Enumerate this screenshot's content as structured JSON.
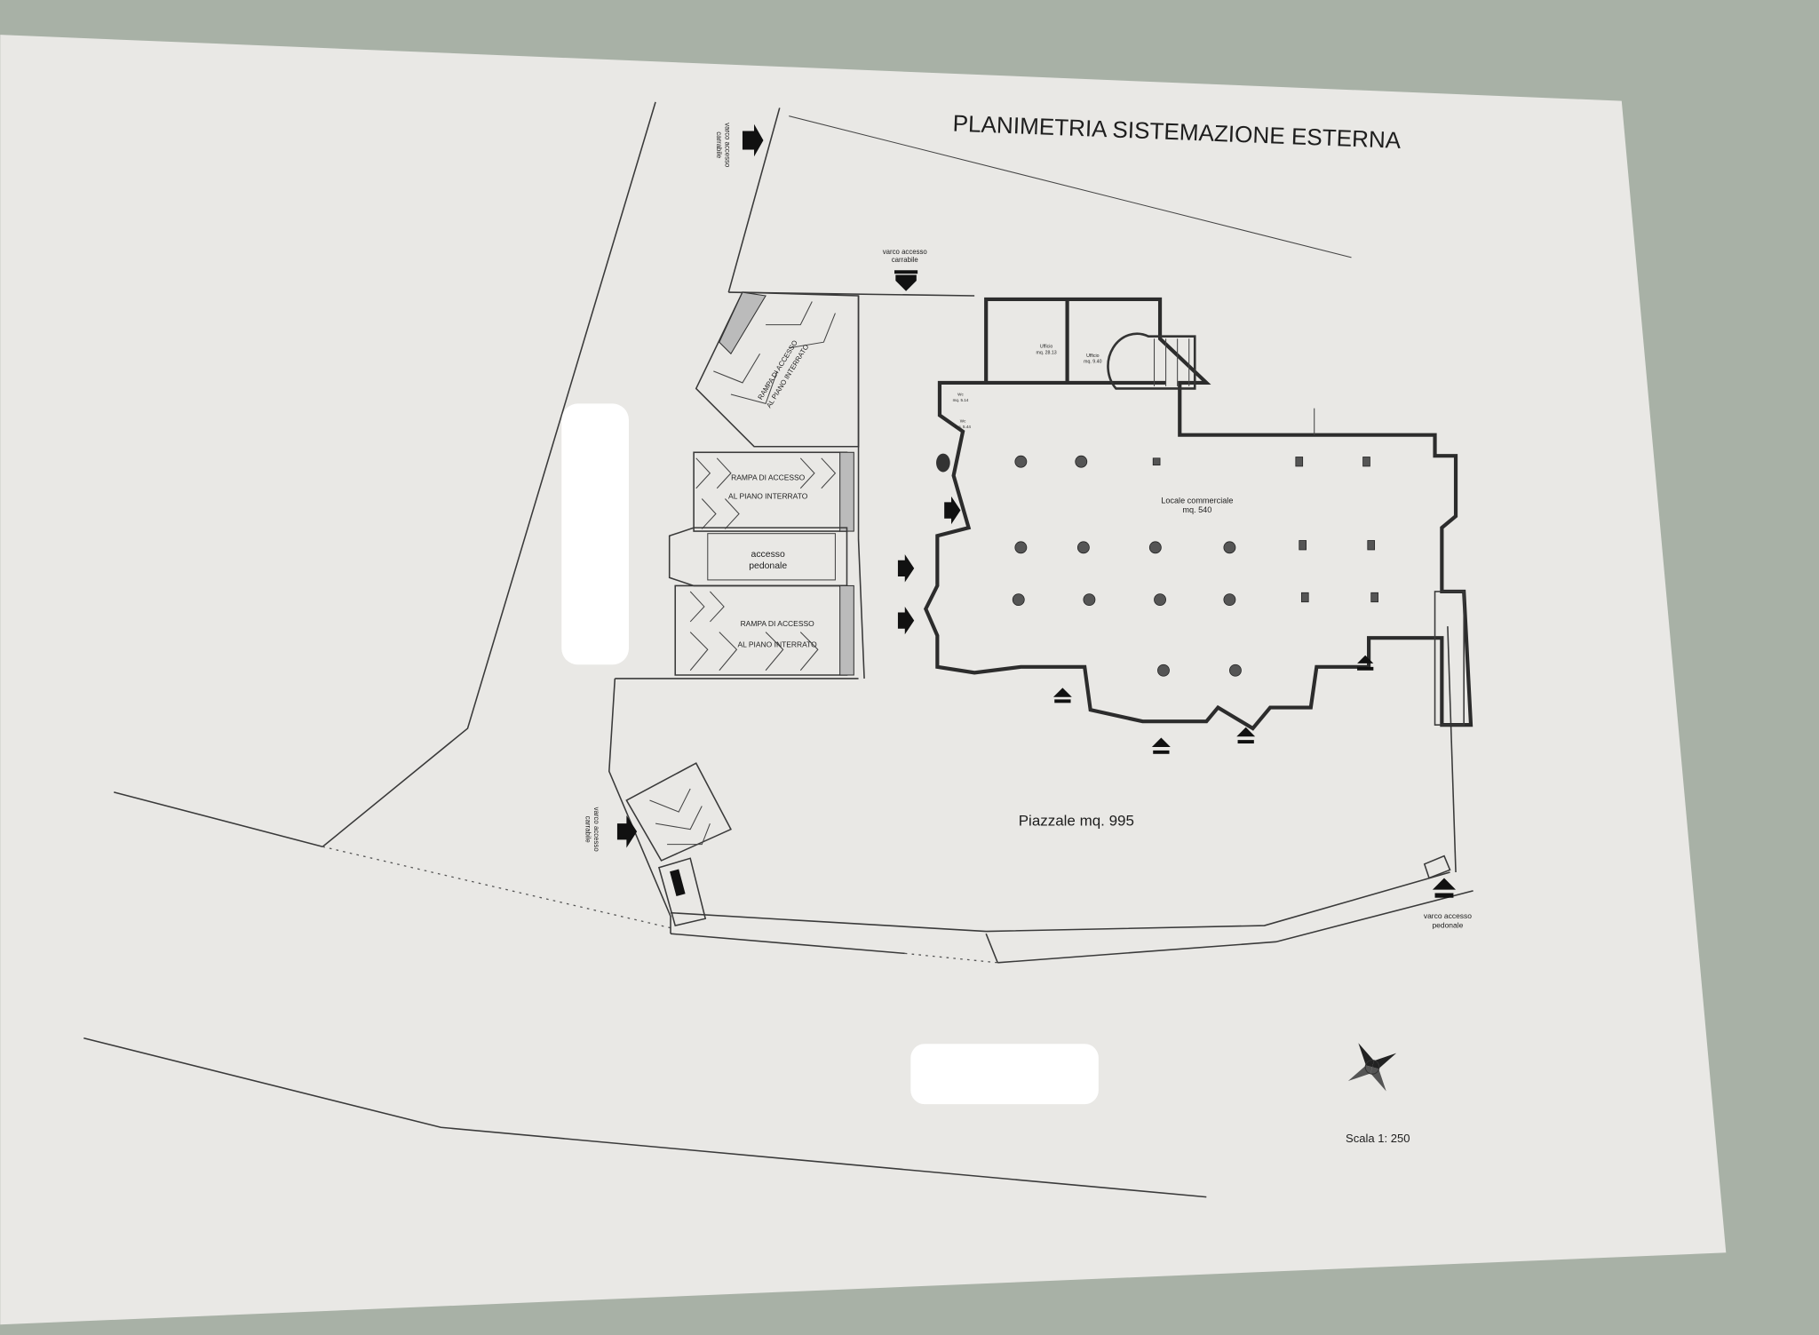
{
  "title": "PLANIMETRIA SISTEMAZIONE ESTERNA",
  "labels": {
    "varco_carrabile_top": [
      "varco accesso",
      "carrabile"
    ],
    "varco_carrabile_upper_left": [
      "varco accesso",
      "carrabile"
    ],
    "varco_carrabile_lower_left": [
      "varco accesso",
      "carrabile"
    ],
    "varco_pedonale": [
      "varco accesso",
      "pedonale"
    ],
    "ramp_1": [
      "RAMPA DI ACCESSO",
      "AL PIANO INTERRATO"
    ],
    "ramp_2": [
      "RAMPA DI ACCESSO",
      "AL PIANO INTERRATO"
    ],
    "ramp_3": [
      "RAMPA DI ACCESSO",
      "AL PIANO INTERRATO"
    ],
    "accesso_pedonale": [
      "accesso",
      "pedonale"
    ],
    "locale": [
      "Locale commerciale",
      "mq. 540"
    ],
    "ufficio_1": [
      "Ufficio",
      "mq. 28.13"
    ],
    "ufficio_2": [
      "Ufficio",
      "mq. 9.40"
    ],
    "wc_1": [
      "Wc",
      "mq. 5.14"
    ],
    "wc_2": [
      "Wc",
      "mq. 5.44"
    ],
    "piazzale": "Piazzale mq. 995",
    "scale": "Scala 1: 250"
  },
  "colors": {
    "paper": "#e9e8e5",
    "background": "#a8b1a6",
    "ink": "#2c2c2c"
  }
}
